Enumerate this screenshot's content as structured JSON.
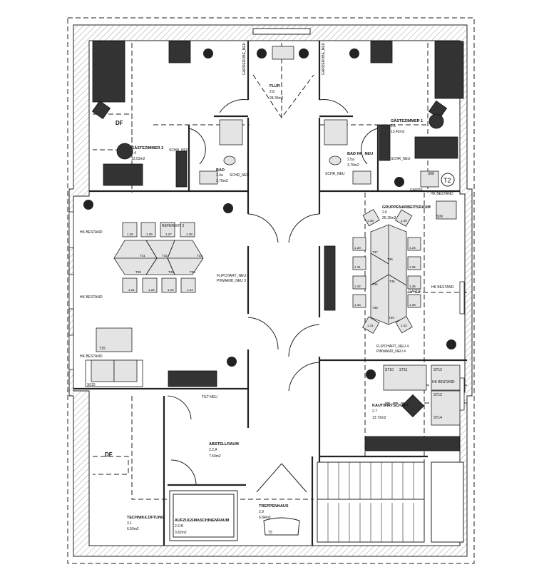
{
  "rooms": {
    "guest2": {
      "name": "GÄSTEZIMMER 2",
      "number": "2.4",
      "area": "13.53m2"
    },
    "bath1": {
      "name": "BAD",
      "number": "2.4a",
      "extra": "SCHR_NEU",
      "area": "3.76m2"
    },
    "hall": {
      "name": "FLUR",
      "number": "2.8",
      "area": "28.33m2"
    },
    "guest1": {
      "name": "GÄSTEZIMMER 1",
      "number": "2.5",
      "area": "13.42m2"
    },
    "bath2": {
      "name": "BAD HK_NEU",
      "number": "2.5a",
      "area": "3.76m2"
    },
    "group": {
      "name": "GRUPPENARBEITSRAUM",
      "number": "2.6",
      "area": "25.10m2"
    },
    "kitchen": {
      "name": "KAUTWIRTSCHAFT",
      "number": "2.7",
      "area": "13.73m2"
    },
    "tech": {
      "name": "TECHNIK/LÜFTUNG",
      "number": "3.1",
      "area": "6.50m2"
    },
    "storage": {
      "name": "ABSTELLRAUM",
      "number": "2.2.A",
      "area": "7.50m2"
    },
    "lift": {
      "name": "AUFZUGSMASCHINENRAUM",
      "number": "2.2.B",
      "area": "3.82m2"
    },
    "stairs": {
      "name": "TREPPENHAUS",
      "number": "2.9",
      "area": "6.84m2"
    }
  },
  "labels": {
    "df": "DF",
    "schr_neu": "SCHR_NEU",
    "garderobe": "GARDEROBE_NEU",
    "hk_bestand": "HK BESTAND",
    "t2": "T2",
    "flipchart3": "FLIPCHART_NEU 3",
    "pinwand3": "PINWAND_NEU 3",
    "flipchart4": "FLIPCHART_NEU 4",
    "pinwand4": "PINWAND_NEU 4",
    "referent": "REFERENT 3",
    "t15": "T15",
    "t31": "T31",
    "sofa": "S015",
    "s08": "S08",
    "s09": "S09",
    "st10": "ST10",
    "st11": "ST11",
    "st12": "ST12",
    "st13": "ST13",
    "st14": "ST14",
    "tilt": "TILT-NEU",
    "t5": "T5",
    "garde": "GARDE"
  },
  "seminar_chairs_top": [
    "1.25",
    "1.26",
    "1.27",
    "1.28"
  ],
  "seminar_chairs_bottom": [
    "1.21",
    "1.22",
    "1.23",
    "1.24"
  ],
  "seminar_tables": [
    "T31",
    "T32",
    "T33",
    "T30",
    "T29",
    "T28"
  ],
  "group_chairs_left": [
    "1.30",
    "1.31",
    "1.32",
    "1.33"
  ],
  "group_chairs_right": [
    "1.34",
    "1.35",
    "1.36",
    "1.39"
  ],
  "group_chairs_ends": [
    "1.38",
    "1.40",
    "1.41",
    "1.42"
  ],
  "group_tables": [
    "T37",
    "T36",
    "T35",
    "T34",
    "T38",
    "T39"
  ]
}
